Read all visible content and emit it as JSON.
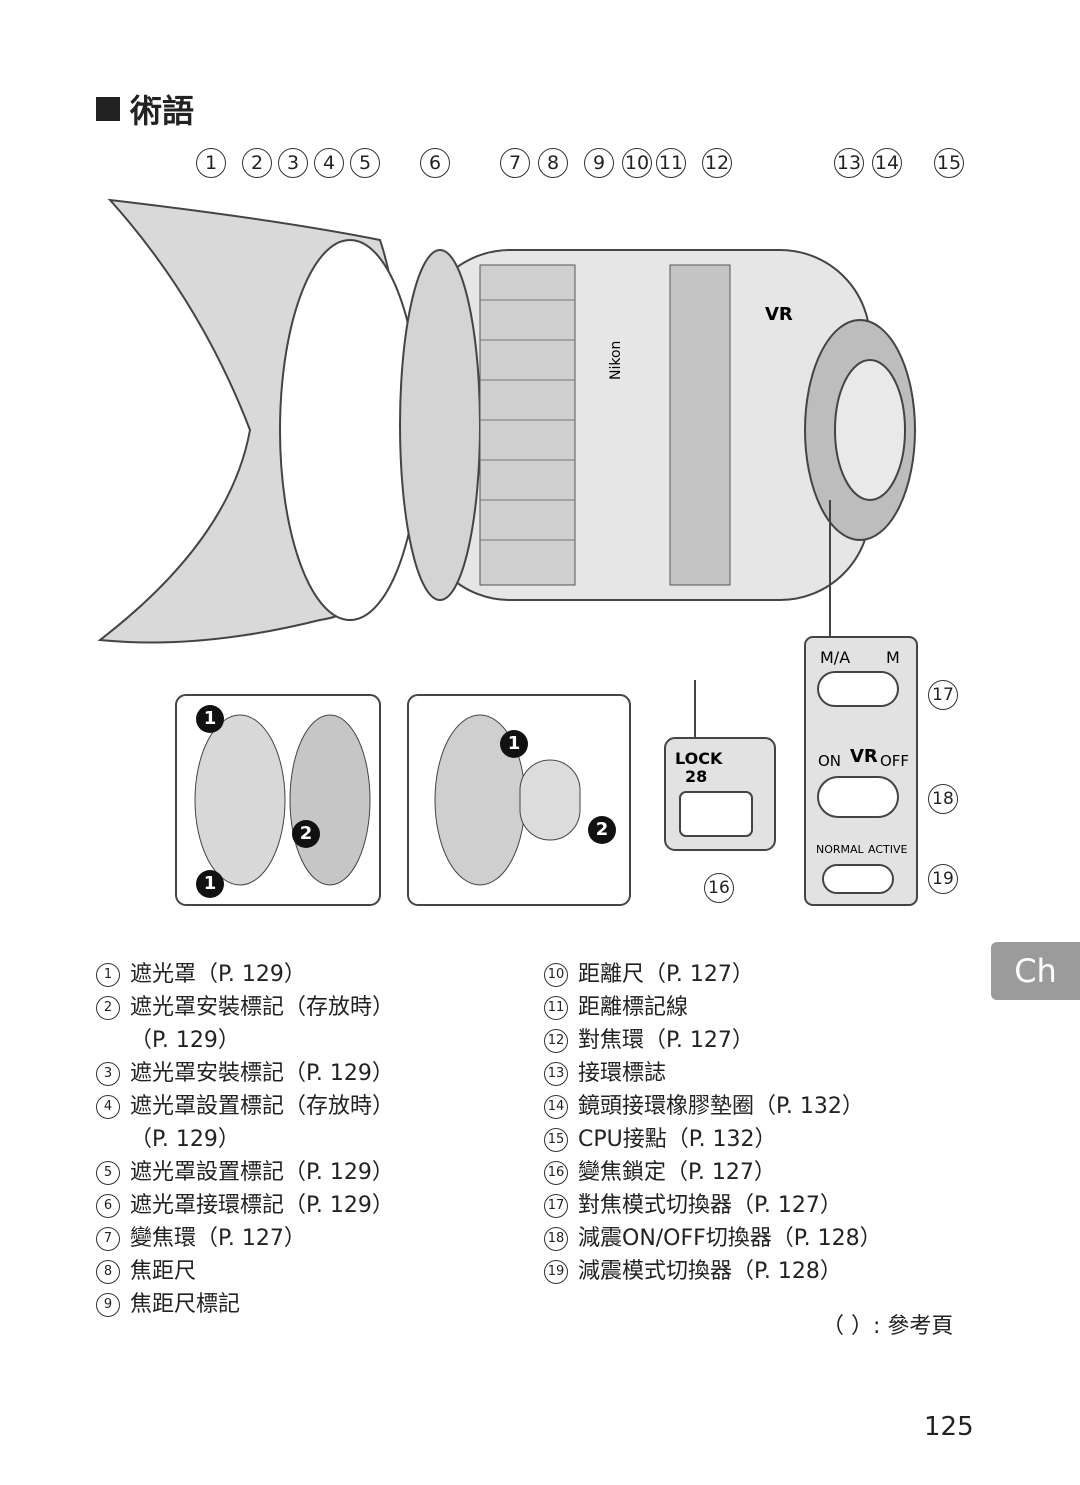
{
  "heading": {
    "title": "術語"
  },
  "top_callouts": [
    "1",
    "2",
    "3",
    "4",
    "5",
    "6",
    "7",
    "8",
    "9",
    "10",
    "11",
    "12",
    "13",
    "14",
    "15"
  ],
  "diagram": {
    "step1": "1",
    "step2": "2",
    "lens_labels": {
      "nikon": "Nikon",
      "vr": "VR"
    },
    "switch_labels": {
      "ma": "M/A",
      "m": "M",
      "on": "ON",
      "vr": "VR",
      "off": "OFF",
      "normal": "NORMAL",
      "active": "ACTIVE",
      "lock": "LOCK",
      "lock_mark": "28"
    },
    "side_callouts": {
      "c16": "16",
      "c17": "17",
      "c18": "18",
      "c19": "19"
    }
  },
  "legend_left": [
    {
      "num": "1",
      "text": "遮光罩（P. 129）"
    },
    {
      "num": "2",
      "text": "遮光罩安裝標記（存放時）",
      "cont": "（P. 129）"
    },
    {
      "num": "3",
      "text": "遮光罩安裝標記（P. 129）"
    },
    {
      "num": "4",
      "text": "遮光罩設置標記（存放時）",
      "cont": "（P. 129）"
    },
    {
      "num": "5",
      "text": "遮光罩設置標記（P. 129）"
    },
    {
      "num": "6",
      "text": "遮光罩接環標記（P. 129）"
    },
    {
      "num": "7",
      "text": "變焦環（P. 127）"
    },
    {
      "num": "8",
      "text": "焦距尺"
    },
    {
      "num": "9",
      "text": "焦距尺標記"
    }
  ],
  "legend_right": [
    {
      "num": "10",
      "text": "距離尺（P. 127）"
    },
    {
      "num": "11",
      "text": "距離標記線"
    },
    {
      "num": "12",
      "text": "對焦環（P. 127）"
    },
    {
      "num": "13",
      "text": "接環標誌"
    },
    {
      "num": "14",
      "text": "鏡頭接環橡膠墊圈（P. 132）"
    },
    {
      "num": "15",
      "text": "CPU接點（P. 132）"
    },
    {
      "num": "16",
      "text": "變焦鎖定（P. 127）"
    },
    {
      "num": "17",
      "text": "對焦模式切換器（P. 127）"
    },
    {
      "num": "18",
      "text": "減震ON/OFF切換器（P. 128）"
    },
    {
      "num": "19",
      "text": "減震模式切換器（P. 128）"
    }
  ],
  "ref_note": "（ ）: 參考頁",
  "page_number": "125",
  "chapter_tab": "Ch"
}
